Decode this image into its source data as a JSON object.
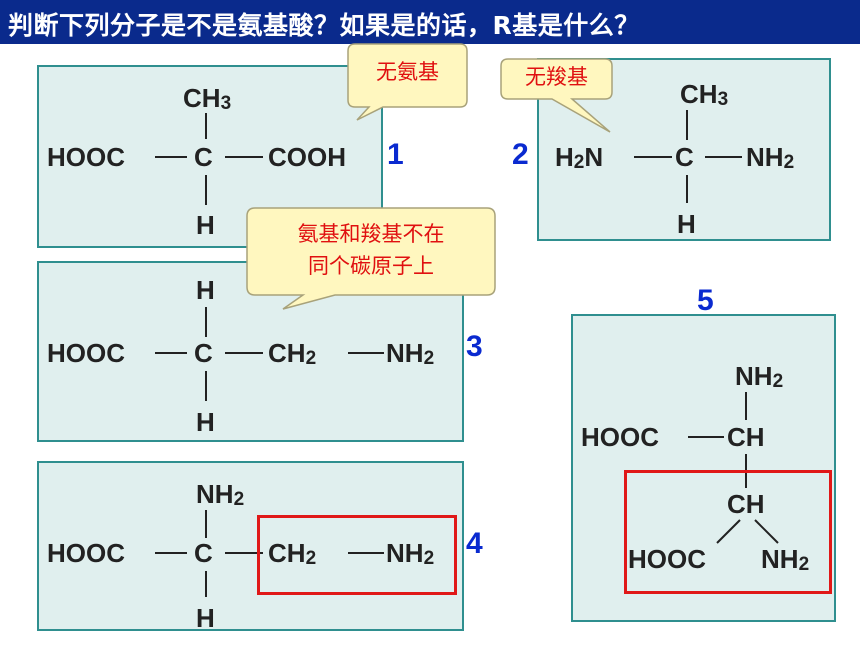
{
  "title": "判断下列分子是不是氨基酸？如果是的话，R基是什么？",
  "callouts": {
    "no_amino": "无氨基",
    "no_carboxyl": "无羧基",
    "not_same_carbon_line1": "氨基和羧基不在",
    "not_same_carbon_line2": "同个碳原子上"
  },
  "molecules": {
    "m1": {
      "number": "1",
      "top": "CH",
      "top_sub": "3",
      "left": "HOOC",
      "center": "C",
      "right": "COOH",
      "bottom": "H"
    },
    "m2": {
      "number": "2",
      "top": "CH",
      "top_sub": "3",
      "left": "H",
      "left_sub": "2",
      "left_tail": "N",
      "center": "C",
      "right": "NH",
      "right_sub": "2",
      "bottom": "H"
    },
    "m3": {
      "number": "3",
      "top": "H",
      "left": "HOOC",
      "center": "C",
      "right1": "CH",
      "right1_sub": "2",
      "right2": "NH",
      "right2_sub": "2",
      "bottom": "H"
    },
    "m4": {
      "number": "4",
      "top": "NH",
      "top_sub": "2",
      "left": "HOOC",
      "center": "C",
      "right1": "CH",
      "right1_sub": "2",
      "right2": "NH",
      "right2_sub": "2",
      "bottom": "H"
    },
    "m5": {
      "number": "5",
      "top": "NH",
      "top_sub": "2",
      "left": "HOOC",
      "center": "CH",
      "lower": "CH",
      "bottom_left": "HOOC",
      "bottom_right": "NH",
      "bottom_right_sub": "2"
    }
  },
  "colors": {
    "title_bg": "#0a2a8c",
    "box_bg": "#e0efee",
    "box_border": "#2f8f8f",
    "highlight": "#e01818",
    "number": "#0a2ad0",
    "callout_bg": "#fff7bf"
  }
}
